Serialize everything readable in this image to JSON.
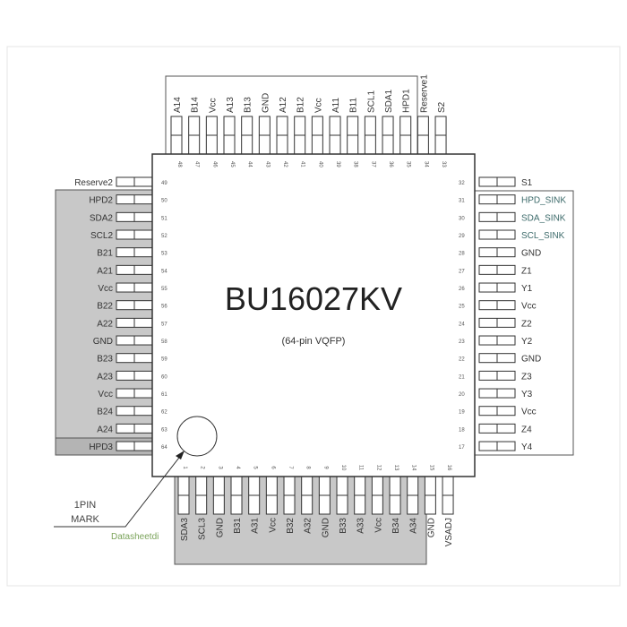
{
  "chip": {
    "name": "BU16027KV",
    "package": "(64-pin VQFP)",
    "pin1_mark": [
      "1PIN",
      "MARK"
    ],
    "watermark": "Datasheetdi"
  },
  "pins": {
    "top": [
      {
        "num": "48",
        "label": "A14"
      },
      {
        "num": "47",
        "label": "B14"
      },
      {
        "num": "46",
        "label": "Vcc"
      },
      {
        "num": "45",
        "label": "A13"
      },
      {
        "num": "44",
        "label": "B13"
      },
      {
        "num": "43",
        "label": "GND"
      },
      {
        "num": "42",
        "label": "A12"
      },
      {
        "num": "41",
        "label": "B12"
      },
      {
        "num": "40",
        "label": "Vcc"
      },
      {
        "num": "39",
        "label": "A11"
      },
      {
        "num": "38",
        "label": "B11"
      },
      {
        "num": "37",
        "label": "SCL1"
      },
      {
        "num": "36",
        "label": "SDA1"
      },
      {
        "num": "35",
        "label": "HPD1"
      },
      {
        "num": "34",
        "label": "Reserve1"
      },
      {
        "num": "33",
        "label": "S2"
      }
    ],
    "right": [
      {
        "num": "32",
        "label": "S1"
      },
      {
        "num": "31",
        "label": "HPD_SINK"
      },
      {
        "num": "30",
        "label": "SDA_SINK"
      },
      {
        "num": "29",
        "label": "SCL_SINK"
      },
      {
        "num": "28",
        "label": "GND"
      },
      {
        "num": "27",
        "label": "Z1"
      },
      {
        "num": "26",
        "label": "Y1"
      },
      {
        "num": "25",
        "label": "Vcc"
      },
      {
        "num": "24",
        "label": "Z2"
      },
      {
        "num": "23",
        "label": "Y2"
      },
      {
        "num": "22",
        "label": "GND"
      },
      {
        "num": "21",
        "label": "Z3"
      },
      {
        "num": "20",
        "label": "Y3"
      },
      {
        "num": "19",
        "label": "Vcc"
      },
      {
        "num": "18",
        "label": "Z4"
      },
      {
        "num": "17",
        "label": "Y4"
      }
    ],
    "bottom": [
      {
        "num": "1",
        "label": "SDA3"
      },
      {
        "num": "2",
        "label": "SCL3"
      },
      {
        "num": "3",
        "label": "GND"
      },
      {
        "num": "4",
        "label": "B31"
      },
      {
        "num": "5",
        "label": "A31"
      },
      {
        "num": "6",
        "label": "Vcc"
      },
      {
        "num": "7",
        "label": "B32"
      },
      {
        "num": "8",
        "label": "A32"
      },
      {
        "num": "9",
        "label": "GND"
      },
      {
        "num": "10",
        "label": "B33"
      },
      {
        "num": "11",
        "label": "A33"
      },
      {
        "num": "12",
        "label": "Vcc"
      },
      {
        "num": "13",
        "label": "B34"
      },
      {
        "num": "14",
        "label": "A34"
      },
      {
        "num": "15",
        "label": "GND"
      },
      {
        "num": "16",
        "label": "VSADJ"
      }
    ],
    "left": [
      {
        "num": "49",
        "label": "Reserve2"
      },
      {
        "num": "50",
        "label": "HPD2"
      },
      {
        "num": "51",
        "label": "SDA2"
      },
      {
        "num": "52",
        "label": "SCL2"
      },
      {
        "num": "53",
        "label": "B21"
      },
      {
        "num": "54",
        "label": "A21"
      },
      {
        "num": "55",
        "label": "Vcc"
      },
      {
        "num": "56",
        "label": "B22"
      },
      {
        "num": "57",
        "label": "A22"
      },
      {
        "num": "58",
        "label": "GND"
      },
      {
        "num": "59",
        "label": "B23"
      },
      {
        "num": "60",
        "label": "A23"
      },
      {
        "num": "61",
        "label": "Vcc"
      },
      {
        "num": "62",
        "label": "B24"
      },
      {
        "num": "63",
        "label": "A24"
      },
      {
        "num": "64",
        "label": "HPD3"
      }
    ]
  },
  "colors": {
    "group_fill": "#c8c8c8",
    "group_dark": "#b4b4b4",
    "line": "#333333",
    "watermark": "#7aa35a"
  }
}
